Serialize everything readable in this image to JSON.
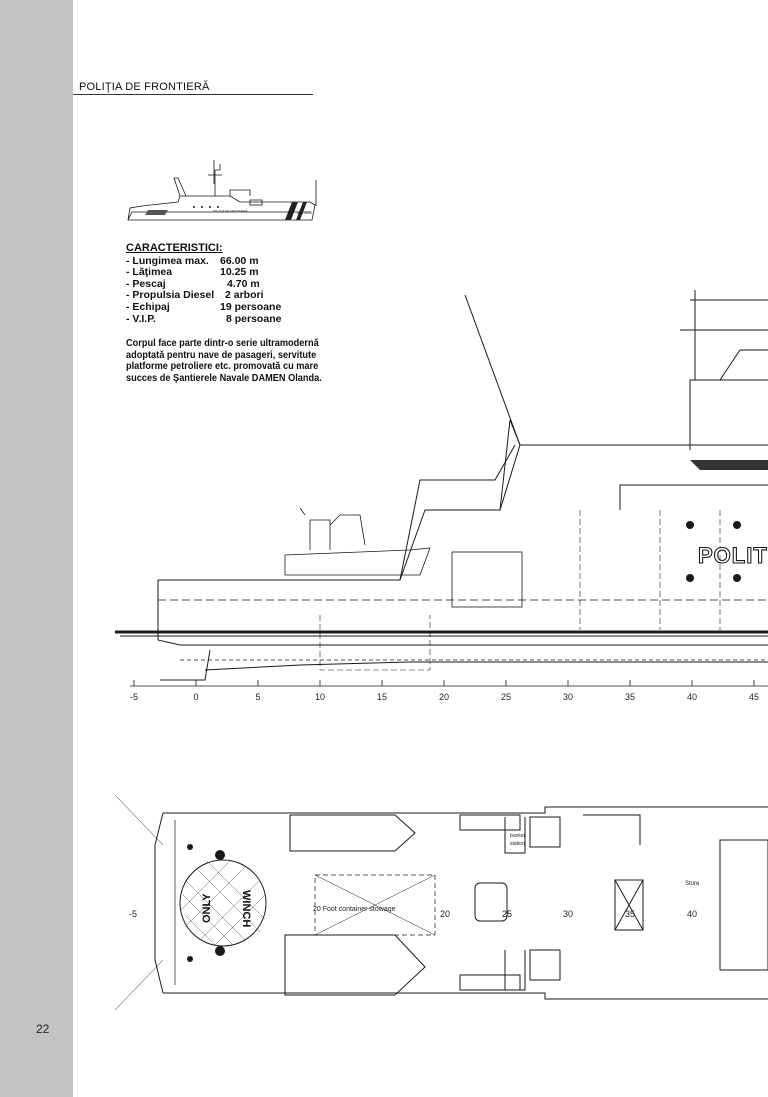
{
  "page": {
    "header": "POLIŢIA DE FRONTIERĂ",
    "page_number": "22"
  },
  "specs": {
    "title": "CARACTERISTICI:",
    "rows": [
      {
        "label": "- Lungimea max.",
        "value": "66.00 m"
      },
      {
        "label": "- Lăţimea",
        "value": "10.25 m"
      },
      {
        "label": "- Pescaj",
        "value": "4.70 m"
      },
      {
        "label": "- Propulsia Diesel",
        "value": "2 arbori"
      },
      {
        "label": "- Echipaj",
        "value": "19 persoane"
      },
      {
        "label": "- V.I.P.",
        "value": "8 persoane"
      }
    ]
  },
  "description": "Corpul face parte dintr-o serie ultramodernă adoptată pentru nave de pasageri, servitute platforme petroliere etc. promovată cu mare succes de Şantierele Navale DAMEN Olanda.",
  "side_view": {
    "hull_text": "POLIT",
    "scale_labels": [
      "-5",
      "0",
      "5",
      "10",
      "15",
      "20",
      "25",
      "30",
      "35",
      "40",
      "45"
    ]
  },
  "deck_plan": {
    "winch_text_1": "WINCH",
    "winch_text_2": "ONLY",
    "container_label": "20 Foot  container stowage",
    "station_label_1": "bunker",
    "station_label_2": "station",
    "store_label": "Store",
    "scale_labels": [
      "-5",
      "20",
      "25",
      "30",
      "35",
      "40"
    ]
  },
  "small_view": {
    "hull_text": "POLIŢIA DE FRONTIERĂ",
    "side_number": "MAI 1105"
  },
  "colors": {
    "margin_bar": "#c3c3c3",
    "drawing_line": "#1a1a1a"
  }
}
